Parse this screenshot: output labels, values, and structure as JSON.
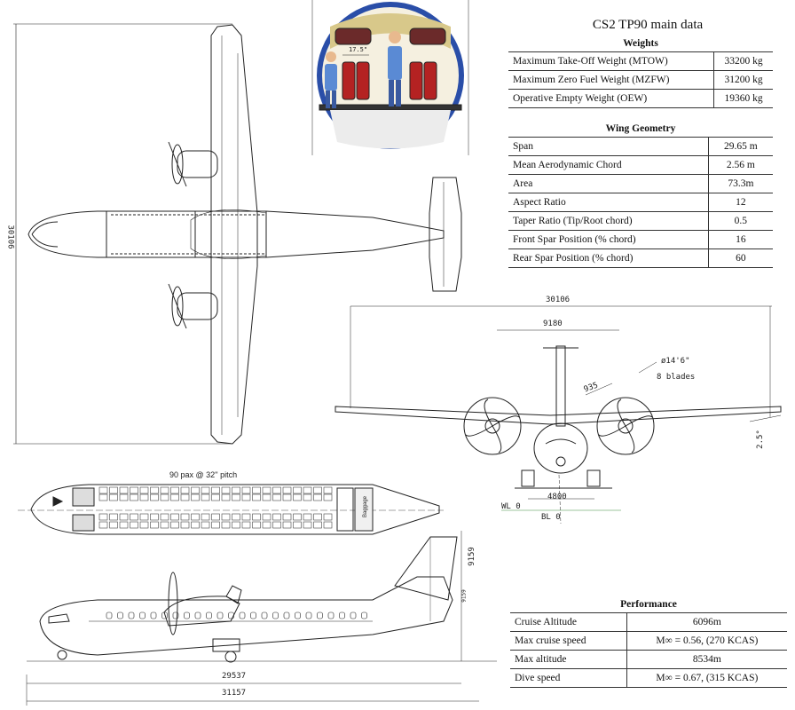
{
  "title": "CS2 TP90 main data",
  "weights": {
    "heading": "Weights",
    "rows": [
      {
        "label": "Maximum Take-Off Weight (MTOW)",
        "value": "33200 kg"
      },
      {
        "label": "Maximum Zero Fuel Weight (MZFW)",
        "value": "31200 kg"
      },
      {
        "label": "Operative Empty Weight (OEW)",
        "value": "19360 kg"
      }
    ]
  },
  "wing": {
    "heading": "Wing Geometry",
    "rows": [
      {
        "label": "Span",
        "value": "29.65 m"
      },
      {
        "label": "Mean Aerodynamic Chord",
        "value": "2.56 m"
      },
      {
        "label": "Area",
        "value": "73.3m"
      },
      {
        "label": "Aspect Ratio",
        "value": "12"
      },
      {
        "label": "Taper Ratio (Tip/Root chord)",
        "value": "0.5"
      },
      {
        "label": "Front Spar Position (% chord)",
        "value": "16"
      },
      {
        "label": "Rear Spar Position (% chord)",
        "value": "60"
      }
    ]
  },
  "performance": {
    "heading": "Performance",
    "rows": [
      {
        "label": "Cruise Altitude",
        "value": "6096m"
      },
      {
        "label": "Max cruise speed",
        "value": "M∞ = 0.56, (270 KCAS)"
      },
      {
        "label": "Max altitude",
        "value": "8534m"
      },
      {
        "label": "Dive speed",
        "value": "M∞ = 0.67, (315 KCAS)"
      }
    ]
  },
  "drawing": {
    "top_span_dim": "30106",
    "front_span_dim": "30106",
    "front_prop_spacing": "9180",
    "front_prop_clear": "935",
    "prop_diameter": "ø14'6\"",
    "prop_blades": "8 blades",
    "dihedral": "2.5°",
    "track": "4800",
    "wl": "WL 0",
    "bl": "BL 0",
    "cabin_label": "90 pax @ 32'' pitch",
    "cabin_dim": "17.5\"",
    "baggage": "Baggage",
    "side_height": "9159",
    "side_height2": "9159",
    "fuselage_len": "29537",
    "overall_len": "31157"
  }
}
